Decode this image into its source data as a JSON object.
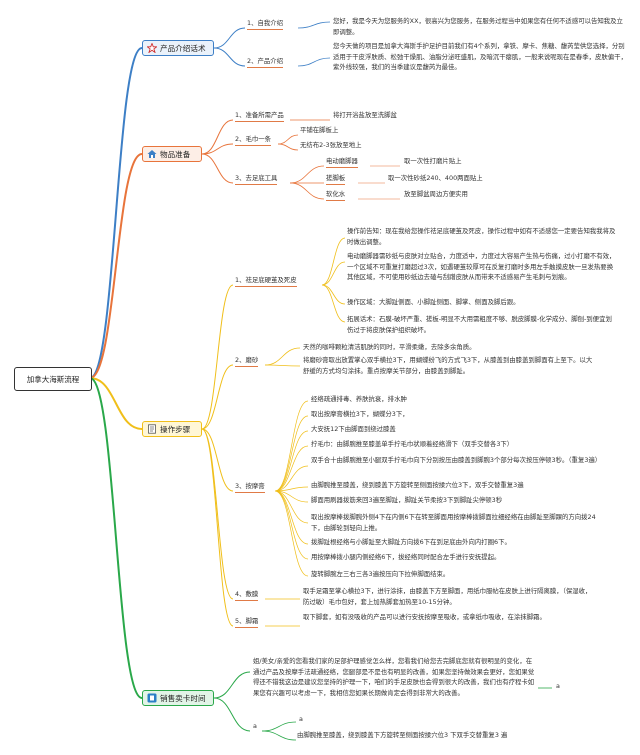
{
  "root": "加拿大海斯流程",
  "colors": {
    "blue": "#3d7fc6",
    "orange": "#e8743b",
    "yellow": "#f0bf1a",
    "green": "#2aa84a"
  },
  "branches": [
    {
      "label": "产品介绍话术",
      "icon": "star-icon",
      "children": [
        {
          "num": "1、",
          "label": "自我介绍",
          "text": "您好，我是今天为您服务的XX，很高兴为您服务，在服务过程当中如果您有任何不适感可以告知我及立即调整。"
        },
        {
          "num": "2、",
          "label": "产品介绍",
          "text": "您今天做的项目是加拿大海斯手护足护目前我们有4个系列，拿铁、摩卡、焦糖、馥芮莹供您选择，分别适用于干皮浮肤质、松弛干燥肌、油脂分泌旺盛肌，及暗沉干瘪肌，一般来说呢现在是春季，皮肤偏干，紫外线较强，我们的当季建议是馥芮为最佳。"
        }
      ]
    },
    {
      "label": "物品准备",
      "icon": "house-icon",
      "children": [
        {
          "num": "1、",
          "label": "准备所需产品",
          "text": "将打开浴盐放至洗脚盆"
        },
        {
          "num": "2、",
          "label": "毛巾一条",
          "subs": [
            {
              "text": "平铺在脚板上"
            },
            {
              "text": "无纺布2-3张放至地上"
            }
          ]
        },
        {
          "num": "3、",
          "label": "去足底工具",
          "subs": [
            {
              "label": "电动磨脚器",
              "text": "取一次性打磨片贴上"
            },
            {
              "label": "搓脚板",
              "text": "取一次性砂纸240、400两面贴上"
            },
            {
              "label": "软化水",
              "text": "放至脚盆周边方便实用"
            }
          ]
        }
      ]
    },
    {
      "label": "操作步骤",
      "icon": "document-icon",
      "children": [
        {
          "num": "1、",
          "label": "祛足底硬茧及死皮",
          "paras": [
            "操作前告知：现在我给您操作祛足底硬茧及死皮，操作过程中如有不适感您一定要告知我我将及时做出调整。",
            "电动磨脚器需砂纸与皮肤对立贴合，力度适中，力度过大容易产生热与伤痛，过小打磨不有效，一个区域不可重复打磨超过3次，如遇硬茧较厚可在反复打磨时多用左手触摸皮肤一旦发热要换其他区域，不可使用砂纸边去磕与刮蹭皮肤从而带来不适感易产生毛刺与划痕。",
            "操作区域：大脚趾侧面、小脚趾侧面、脚掌、侧面及脚后跟。",
            "拓展话术：石膜-破坏严重、搓板-明显不大用需粗度不够、脱皮脚膜-化学成分、脚刨-到便宜划伤过于将皮肤保护组织破坏。"
          ]
        },
        {
          "num": "2、",
          "label": "磨砂",
          "paras": [
            "天然的咖啡颗粒清洁肌肤的同时，平滑柔嫩，去除多余角质。",
            "将磨砂膏取出放置掌心双手横拉3下，用蝴蝶纷飞的方式飞3下，从膝盖到由膝盖到脚面有上至下。以大舒缓的方式均匀涂抹。重点按摩关节部分，由膝盖到脚趾。"
          ]
        },
        {
          "num": "3、",
          "label": "按摩膏",
          "items": [
            "经络疏通排毒、养肤抗衰，排水肿",
            "取出按摩膏横拉3下，蝴蝶分3下，",
            "大安抚12下由脚面到绕过膝盖",
            "拧毛巾：由脚腕推至膝盖单手拧毛巾状顺着经络滑下（双手交替各3下）",
            "双手合十由脚腕推至小腿双手拧毛巾向下分别按压由膝盖到脚腕3个部分每次按压停顿3秒。（重复3遍）",
            "由脚腕推至膝盖，绕到膝盖下方旋转至侧面按揉穴位3下，双手交替重复3遍",
            "脚面用刷器拨筋来回3遍至脚趾，脚趾关节柔按3下到脚趾尖停顿3秒",
            "取出按摩棒拨脚腕外侧4下在内侧6下在转至脚面用按摩棒拨脚面拉细经络在由脚趾至脚踝的方向拨24下，由脚轮到轻向上推。",
            "拨脚趾根经络与小脚趾至大脚趾方向拨6下在到足底由外向内打圈6下。",
            "用按摩棒拨小腿内侧经络6下，拔经络同时配合左手进行安抚提起。",
            "旋转脚腕左三右三各3遍按压向下拉伸脚面结束。"
          ]
        },
        {
          "num": "4、",
          "label": "敷膜",
          "text": "取手足霜至掌心横拉3下，进行涂抹，由膝盖下方至脚面，用纸巾服帖在皮肤上进行隔离膜，（保湿收，防过敏）毛巾包好，套上加热脚套加热至10-15分钟。"
        },
        {
          "num": "5、",
          "label": "脚霜",
          "text": "取下脚套，如有没吸收的产品可以进行安抚按摩至吸收，或拿纸巾吸收，在涂抹脚霜。"
        }
      ]
    },
    {
      "label": "销售卖卡时间",
      "icon": "flag-icon",
      "children": [
        {
          "text": "姐/美女/亲爱的您看我们家的足部护理感觉怎么样，您看我们给您去完脚底您就有很明显的变化，在通过产品及按摩手法疏通经络，您腿部是不是也有明显的改善，如果您坚持做效果会更好，您如果觉得还不错我这边是建议您坚持的护理一下，咱们的手足皮肤也会得到很大的改善，我们也有疗程卡如果您有兴趣可以考虑一下，我相信您如果长期做肯定会得到非常大的改善。",
          "tail": "a"
        },
        {
          "text": "a",
          "subs": [
            {
              "text": "a"
            },
            {
              "text": "由脚腕推至膝盖，绕到膝盖下方旋转至侧面按揉穴位3 下双手交替重复3 遍"
            }
          ]
        }
      ]
    }
  ]
}
